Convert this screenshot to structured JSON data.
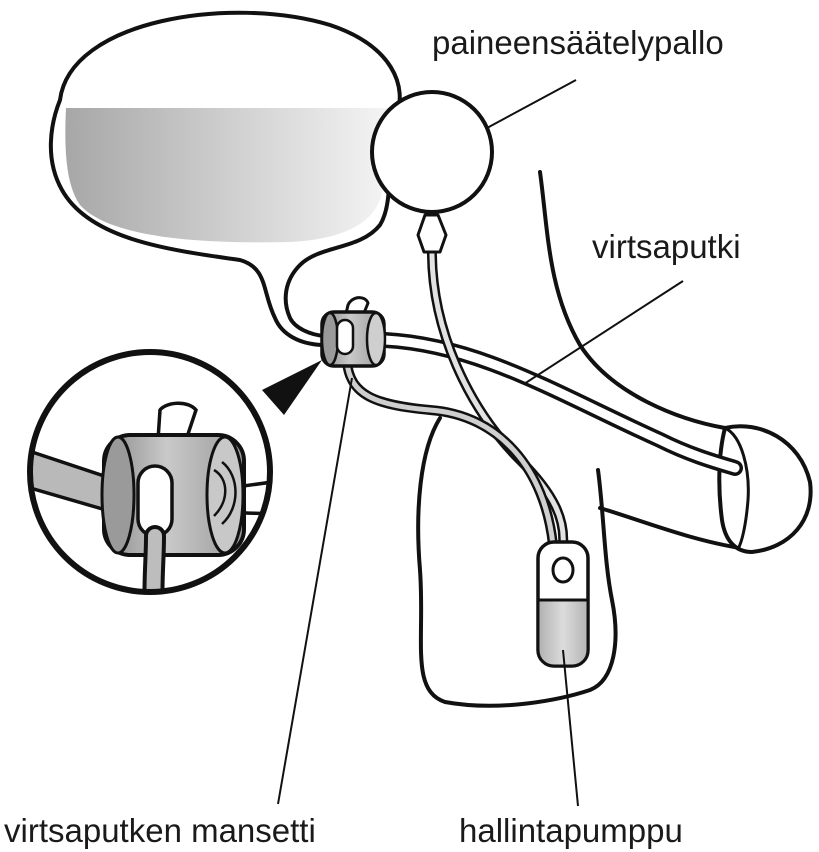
{
  "labels": {
    "pressure_balloon": "paineensäätelypallo",
    "urethra": "virtsaputki",
    "urethral_cuff": "virtsaputken mansetti",
    "control_pump": "hallintapumppu"
  },
  "colors": {
    "outline": "#111111",
    "fill": "#ffffff",
    "device_gray": "#b8b8b8",
    "device_dark": "#8a8a8a",
    "urine_light": "#ececec",
    "urine_dark": "#a9a9a9"
  }
}
